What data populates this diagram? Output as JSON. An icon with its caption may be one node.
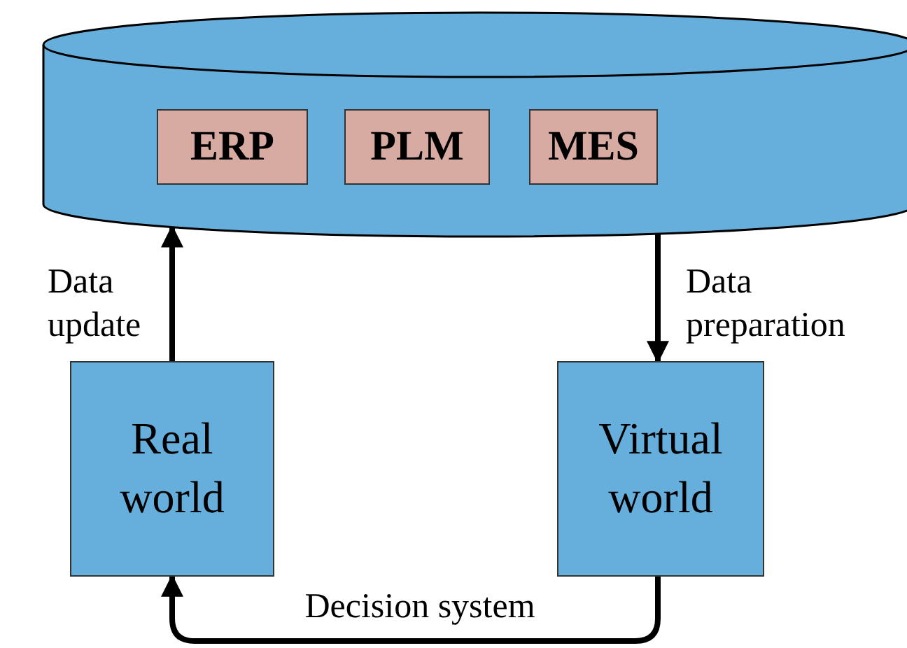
{
  "diagram": {
    "nodes": [
      {
        "text": [],
        "shape": "cylinder"
      },
      {
        "text": [
          "ERP"
        ],
        "in": 0
      },
      {
        "text": [
          "PLM"
        ],
        "in": 0
      },
      {
        "text": [
          "MES"
        ],
        "in": 0
      },
      {
        "text": [
          "Real world"
        ]
      },
      {
        "text": [
          "Virtual world"
        ]
      }
    ],
    "edges": [
      {
        "from": 4,
        "to": 0,
        "arrow": "to",
        "label": "Data update"
      },
      {
        "from": 0,
        "to": 5,
        "arrow": "to",
        "label": "Data preparation"
      },
      {
        "from": 5,
        "to": 4,
        "arrow": "to",
        "label": "Decision system"
      }
    ]
  }
}
